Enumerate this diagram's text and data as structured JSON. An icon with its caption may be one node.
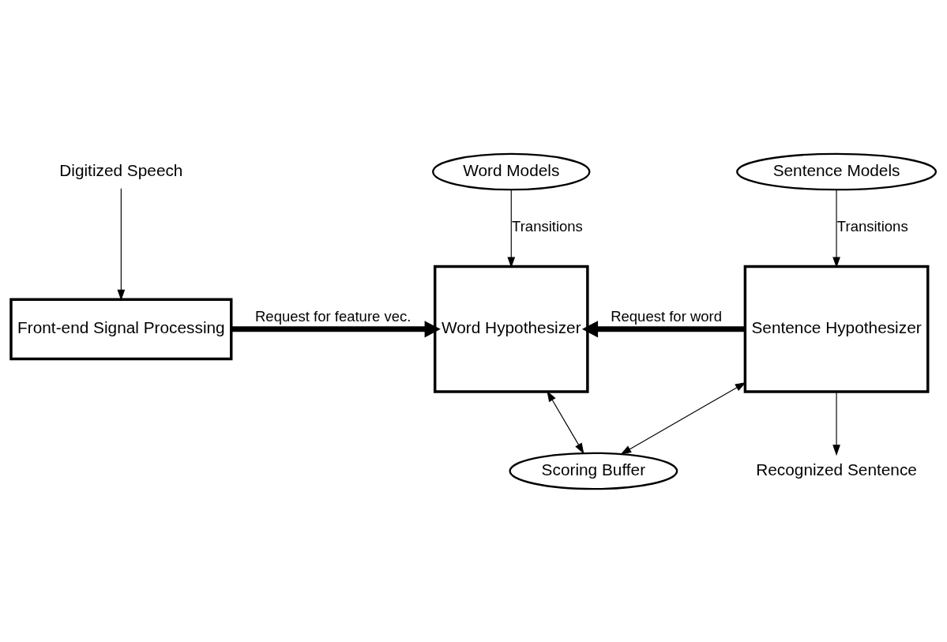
{
  "diagram": {
    "nodes": [
      {
        "text": [
          "Word Models"
        ]
      },
      {
        "text": [
          "Sentence Models"
        ]
      },
      {
        "text": [
          "Digitized Speech"
        ]
      },
      {
        "text": [
          "Front-end Signal Processing"
        ]
      },
      {
        "text": [
          "Word Hypothesizer"
        ]
      },
      {
        "text": [
          "Sentence Hypothesizer"
        ]
      },
      {
        "text": [
          "Recognized Sentence"
        ]
      },
      {
        "text": [
          "Scoring Buffer"
        ]
      }
    ],
    "edges": [
      {
        "from": 0,
        "to": 4,
        "arrow": "to",
        "label": "Transitions"
      },
      {
        "from": 1,
        "to": 5,
        "arrow": "to",
        "label": "Transitions"
      },
      {
        "from": 2,
        "to": 3,
        "arrow": "to"
      },
      {
        "from": 3,
        "to": 4,
        "arrow": "to",
        "style": "thick",
        "label": "Request for feature vec."
      },
      {
        "from": 5,
        "to": 4,
        "arrow": "to",
        "style": "thick",
        "label": "Request for word"
      },
      {
        "from": 5,
        "to": 6,
        "arrow": "to"
      },
      {
        "from": 4,
        "to": 7,
        "arrow": "both"
      },
      {
        "from": 5,
        "to": 7,
        "arrow": "both"
      }
    ]
  }
}
